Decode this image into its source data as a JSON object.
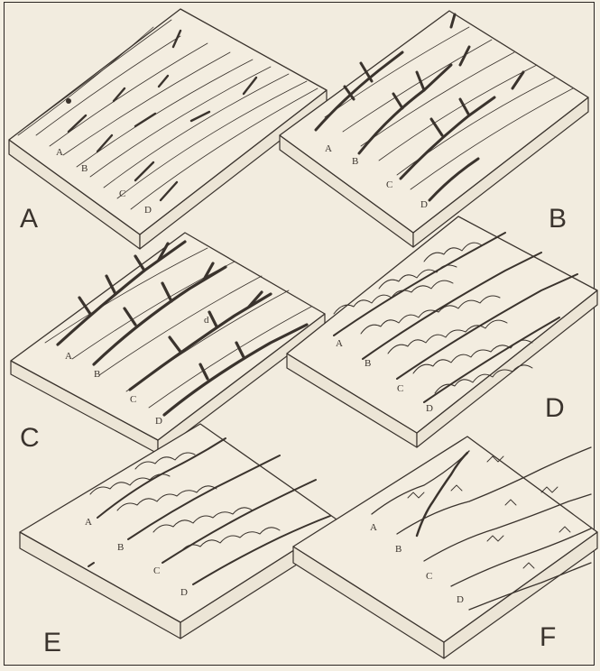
{
  "panels": [
    {
      "id": "A",
      "label": "A",
      "streams": [
        "A",
        "B",
        "C",
        "D"
      ]
    },
    {
      "id": "B",
      "label": "B",
      "streams": [
        "A",
        "B",
        "C",
        "D"
      ]
    },
    {
      "id": "C",
      "label": "C",
      "streams": [
        "A",
        "B",
        "C",
        "D"
      ],
      "extra": "d"
    },
    {
      "id": "D",
      "label": "D",
      "streams": [
        "A",
        "B",
        "C",
        "D"
      ]
    },
    {
      "id": "E",
      "label": "E",
      "streams": [
        "A",
        "B",
        "C",
        "D"
      ]
    },
    {
      "id": "F",
      "label": "F",
      "streams": [
        "A",
        "B",
        "C",
        "D"
      ]
    }
  ]
}
